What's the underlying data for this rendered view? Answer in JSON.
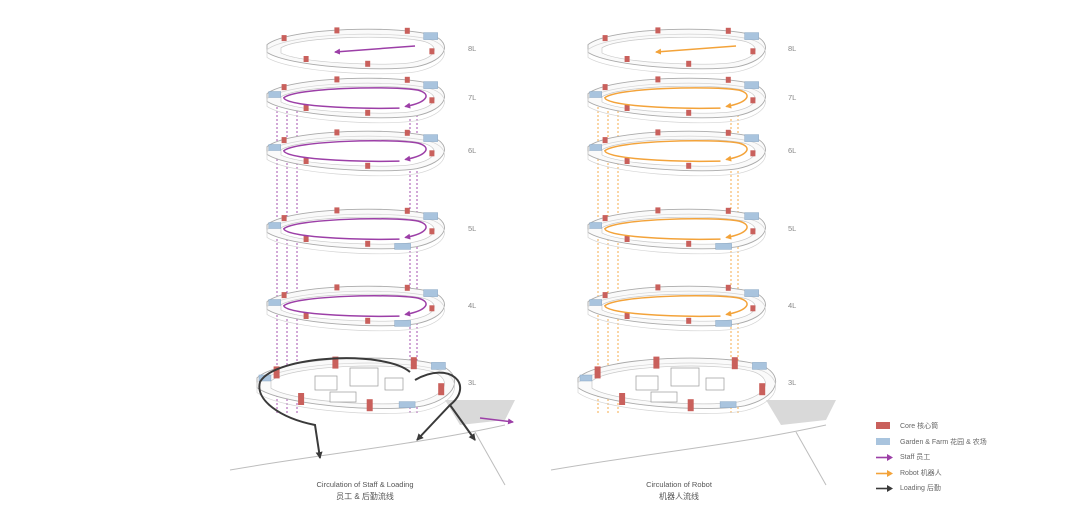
{
  "colors": {
    "core": "#c9605c",
    "garden": "#a9c4de",
    "staff": "#9c3fa7",
    "robot": "#f3a33a",
    "loading": "#3a3a3a",
    "outline": "#bdbdbd"
  },
  "floors": [
    "8L",
    "7L",
    "6L",
    "5L",
    "4L",
    "3L"
  ],
  "panels": [
    {
      "caption_en": "Circulation of Staff & Loading",
      "caption_zh": "员工 & 后勤流线"
    },
    {
      "caption_en": "Circulation of Robot",
      "caption_zh": "机器人流线"
    }
  ],
  "legend": [
    {
      "kind": "box",
      "color_key": "core",
      "label": "Core  核心筒"
    },
    {
      "kind": "box",
      "color_key": "garden",
      "label": "Garden & Farm 花园 & 农场"
    },
    {
      "kind": "arrow",
      "color_key": "staff",
      "label": "Staff  员工"
    },
    {
      "kind": "arrow",
      "color_key": "robot",
      "label": "Robot  机器人"
    },
    {
      "kind": "arrow",
      "color_key": "loading",
      "label": "Loading  后勤"
    }
  ]
}
